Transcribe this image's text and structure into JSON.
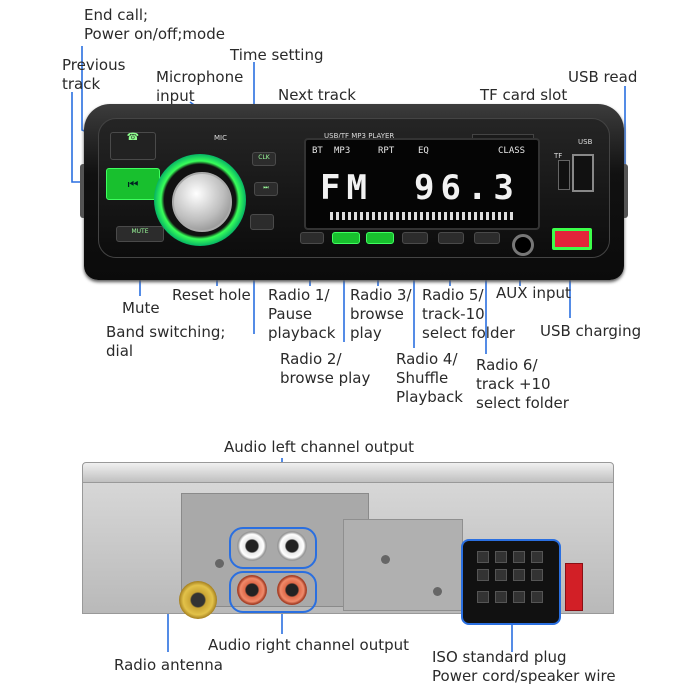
{
  "front_labels": {
    "end_call": [
      "End call;",
      "Power on/off;mode"
    ],
    "previous_track": [
      "Previous",
      "track"
    ],
    "microphone": [
      "Microphone",
      "input"
    ],
    "time_setting": "Time setting",
    "next_track": "Next track",
    "tf_card_slot": "TF card slot",
    "usb_read": "USB read",
    "mute": "Mute",
    "reset_hole": "Reset hole",
    "band_switching": [
      "Band switching;",
      "dial"
    ],
    "radio1": [
      "Radio 1/",
      "Pause",
      "playback"
    ],
    "radio2": [
      "Radio 2/",
      "browse play"
    ],
    "radio3": [
      "Radio 3/",
      "browse",
      "play"
    ],
    "radio4": [
      "Radio 4/",
      "Shuffle",
      "Playback"
    ],
    "radio5": [
      "Radio 5/",
      "track-10",
      "select folder"
    ],
    "radio6": [
      "Radio 6/",
      "track +10",
      "select folder"
    ],
    "aux_input": "AUX input",
    "usb_charging": "USB charging"
  },
  "device_text": {
    "brand": "USB/TF MP3 PLAYER",
    "mic": "MIC",
    "clk": "CLK",
    "mute_btn": "MUTE",
    "screen_top": [
      "BT",
      "MP3",
      "RPT",
      "EQ",
      "CLASS"
    ],
    "screen_big_left": "FM",
    "screen_big_right": "96.3",
    "usb_tag": "USB",
    "tf_tag": "TF"
  },
  "rear_labels": {
    "audio_left": "Audio left channel output",
    "audio_right": "Audio right channel output",
    "radio_antenna": "Radio antenna",
    "iso_plug": [
      "ISO standard plug",
      "Power cord/speaker wire"
    ]
  }
}
